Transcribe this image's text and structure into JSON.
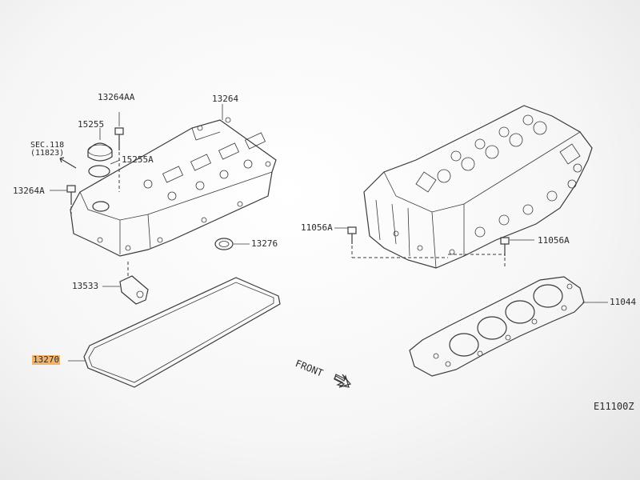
{
  "labels": {
    "p13264AA": "13264AA",
    "p13264": "13264",
    "p15255": "15255",
    "p15255A": "15255A",
    "sec_line1": "SEC.118",
    "sec_line2": "(11823)",
    "p13264A": "13264A",
    "p13276": "13276",
    "p13533": "13533",
    "p13270": "13270",
    "p11056A_left": "11056A",
    "p11056A_right": "11056A",
    "p11044": "11044",
    "front": "FRONT",
    "figure_id": "E11100Z"
  },
  "colors": {
    "highlight": "#f2b46a",
    "line": "#3a3a3a"
  }
}
